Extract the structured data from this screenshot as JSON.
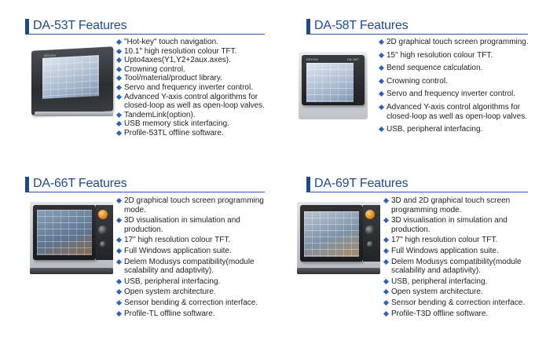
{
  "sections": [
    {
      "title": "DA-53T Features",
      "features": [
        "\"Hot-key\" touch navigation.",
        "10.1\" high resolution colour TFT.",
        "Upto4axes(Y1,Y2+2aux.axes).",
        "Crowning control.",
        "Tool/material/product library.",
        "Servo and frequency inverter control.",
        "Advanced Y-axis control algorithms for closed-loop as well as open-loop valves.",
        "TandemLink(option).",
        "USB memory stick interfacing.",
        "Profile-53TL offline software."
      ]
    },
    {
      "title": "DA-58T Features",
      "features": [
        "2D graphical touch screen programming.",
        "15\" high resolution colour TFT.",
        "Bend sequence calculation.",
        "Crowning control.",
        "Servo and frequency inverter control.",
        "Advanced Y-axis control algorithms for closed-loop as well as open-loop valves.",
        "USB, peripheral interfacing."
      ]
    },
    {
      "title": "DA-66T Features",
      "features": [
        "2D graphical touch screen programming mode.",
        "3D visualisation in simulation and production.",
        "17\" high resolution colour TFT.",
        "Full Windows application suite.",
        "Delem Modusys compatibility(module scalability and adaptivity).",
        "USB, peripheral interfacing.",
        "Open system architecture.",
        "Sensor bending & correction interface.",
        "Profile-TL offline software."
      ]
    },
    {
      "title": "DA-69T Features",
      "features": [
        "3D and 2D graphical touch screen programming mode.",
        "3D visualisation in simulation and production.",
        "17\" high resolution colour TFT.",
        "Full Windows application suite.",
        "Delem Modusys compatibility(module scalability and adaptivity).",
        "USB, peripheral interfacing.",
        "Open system architecture.",
        "Sensor bending & correction interface.",
        "Profile-T3D offline software."
      ]
    }
  ]
}
